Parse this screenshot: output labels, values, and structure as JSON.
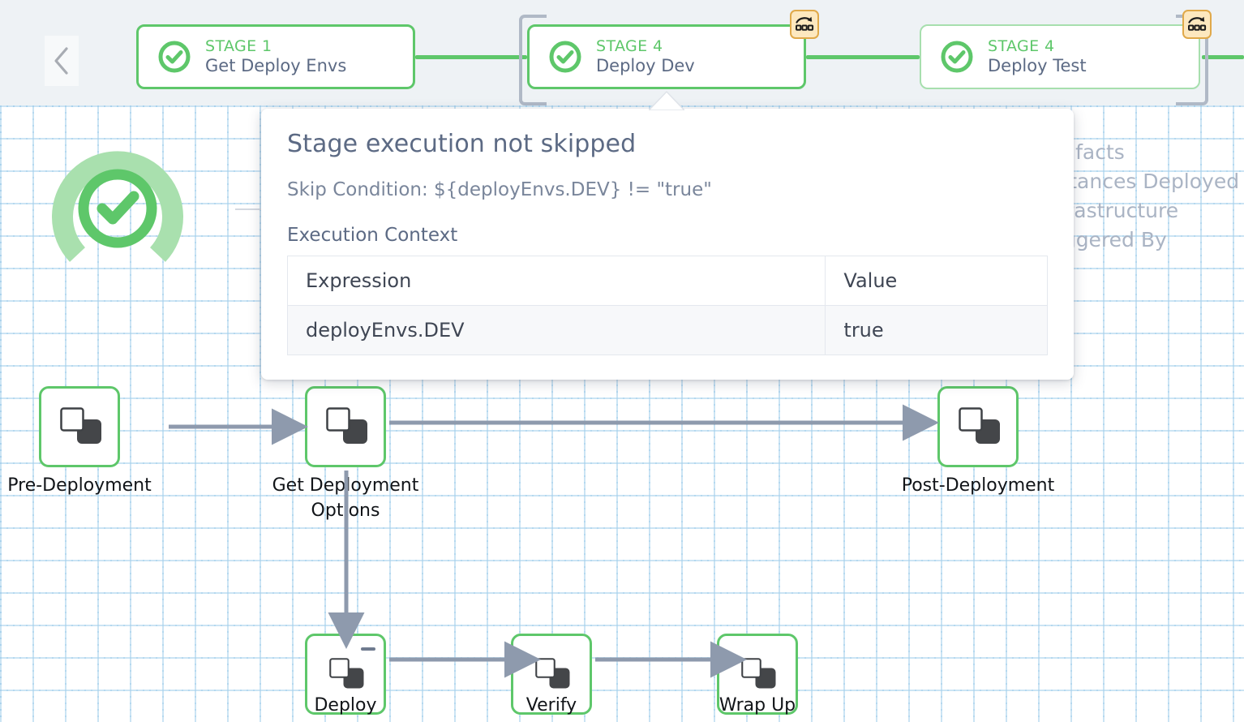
{
  "header": {
    "back_button_icon": "chevron-left-icon",
    "stages": [
      {
        "number": "STAGE 1",
        "name": "Get Deploy Envs",
        "status_icon": "check-circle-icon",
        "status": "succeeded",
        "has_badge": false,
        "badge_icon": null,
        "bracketed": false
      },
      {
        "number": "STAGE 4",
        "name": "Deploy Dev",
        "status_icon": "check-circle-icon",
        "status": "succeeded",
        "has_badge": true,
        "badge_icon": "looping-strategy-icon",
        "bracketed": true
      },
      {
        "number": "STAGE 4",
        "name": "Deploy Test",
        "status_icon": "check-circle-icon",
        "status": "succeeded",
        "has_badge": true,
        "badge_icon": "looping-strategy-icon",
        "bracketed": true
      }
    ]
  },
  "summary": {
    "gauge_icon": "success-gauge-icon",
    "gauge_status": "succeeded",
    "labels": [
      "Artifacts",
      "Instances Deployed",
      "Infrastructure",
      "Triggered By"
    ]
  },
  "tooltip": {
    "title": "Stage execution not skipped",
    "skip_condition": "Skip Condition: ${deployEnvs.DEV} != \"true\"",
    "section_title": "Execution Context",
    "table": {
      "columns": [
        "Expression",
        "Value"
      ],
      "rows": [
        [
          "deployEnvs.DEV",
          "true"
        ]
      ]
    }
  },
  "graph": {
    "nodes": [
      {
        "id": "pre-deployment",
        "label": "Pre-Deployment",
        "icon": "step-group-icon",
        "status": "succeeded",
        "has_dash": false
      },
      {
        "id": "get-deployment-options",
        "label": "Get Deployment Options",
        "icon": "step-group-icon",
        "status": "succeeded",
        "has_dash": false
      },
      {
        "id": "post-deployment",
        "label": "Post-Deployment",
        "icon": "step-group-icon",
        "status": "succeeded",
        "has_dash": false
      },
      {
        "id": "deploy",
        "label": "Deploy",
        "icon": "step-group-icon",
        "status": "succeeded",
        "has_dash": true
      },
      {
        "id": "verify",
        "label": "Verify",
        "icon": "step-group-icon",
        "status": "succeeded",
        "has_dash": false
      },
      {
        "id": "wrap-up",
        "label": "Wrap Up",
        "icon": "step-group-icon",
        "status": "succeeded",
        "has_dash": false
      }
    ]
  },
  "colors": {
    "success_green": "#5ec76a",
    "success_green_light": "#a7dfae",
    "badge_bg": "#fde8bf",
    "badge_border": "#e0a94a",
    "edge_grey": "#8e9aad",
    "text_slate": "#5c6a84",
    "header_bg": "#eef2f5",
    "grid_dot": "#a0cdeb"
  }
}
